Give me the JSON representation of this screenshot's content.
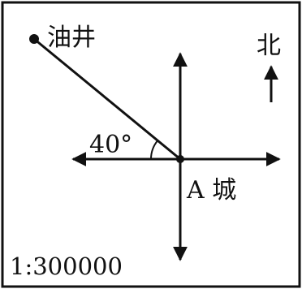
{
  "labels": {
    "oil_well": "油井",
    "north": "北",
    "angle": "40°",
    "city": "A 城",
    "scale": "1:300000"
  },
  "colors": {
    "ink": "#111111",
    "background": "#ffffff"
  }
}
